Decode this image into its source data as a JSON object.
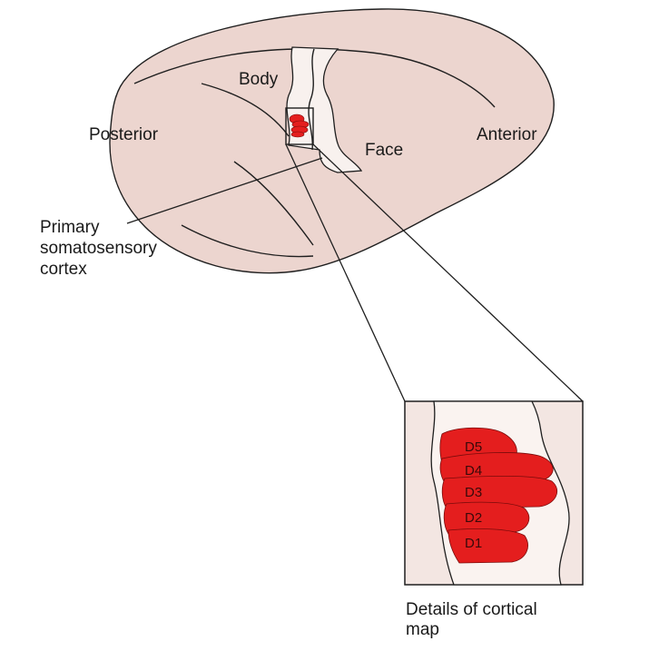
{
  "labels": {
    "body": "Body",
    "posterior": "Posterior",
    "face": "Face",
    "anterior": "Anterior",
    "primary_cortex": [
      "Primary",
      "somatosensory",
      "cortex"
    ],
    "details": [
      "Details of cortical",
      "map"
    ]
  },
  "digits": [
    "D5",
    "D4",
    "D3",
    "D2",
    "D1"
  ],
  "colors": {
    "brain": "#ecd5cf",
    "cortex_strip": "#f8f1ee",
    "digit_red": "#e41e1e",
    "inset_bg": "#f3e6e2",
    "inset_strip": "#faf3f0",
    "line": "#1f1f1f"
  }
}
